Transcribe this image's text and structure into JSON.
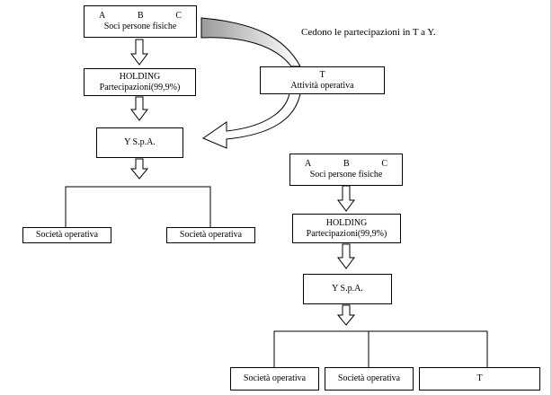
{
  "caption": "Cedono le partecipazioni in T a Y.",
  "before": {
    "soci": {
      "letters": [
        "A",
        "B",
        "C"
      ],
      "label": "Soci persone fisiche"
    },
    "holding": {
      "title": "HOLDING",
      "subtitle": "Partecipazioni(99,9%)"
    },
    "t_company": {
      "title": "T",
      "subtitle": "Attività operativa"
    },
    "y_spa": {
      "label": "Y  S.p.A."
    },
    "operative": [
      "Società operativa",
      "Società operativa"
    ]
  },
  "after": {
    "soci": {
      "letters": [
        "A",
        "B",
        "C"
      ],
      "label": "Soci persone fisiche"
    },
    "holding": {
      "title": "HOLDING",
      "subtitle": "Partecipazioni(99,9%)"
    },
    "y_spa": {
      "label": "Y  S.p.A."
    },
    "operative": [
      "Società operativa",
      "Società operativa"
    ],
    "t_label": "T"
  }
}
